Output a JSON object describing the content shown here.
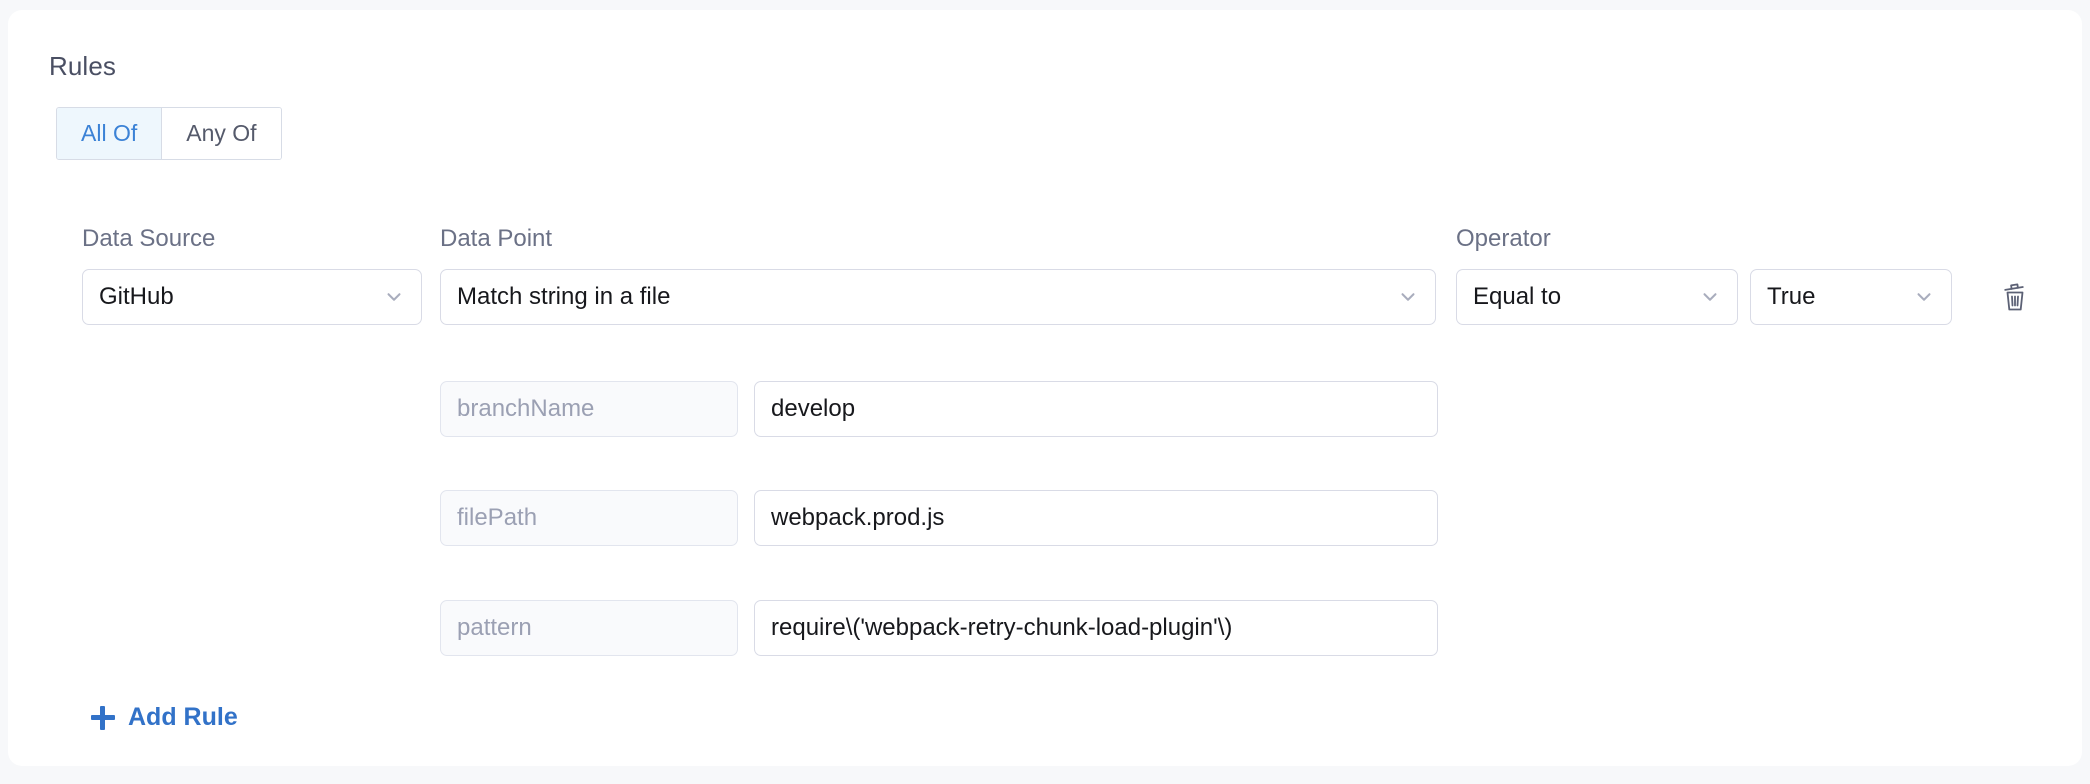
{
  "section": {
    "title": "Rules"
  },
  "match_toggle": {
    "options": [
      {
        "label": "All Of",
        "active": true
      },
      {
        "label": "Any Of",
        "active": false
      }
    ]
  },
  "columns": {
    "data_source_label": "Data Source",
    "data_point_label": "Data Point",
    "operator_label": "Operator"
  },
  "rule": {
    "data_source": "GitHub",
    "data_point": "Match string in a file",
    "operator": "Equal to",
    "operator_value": "True",
    "delete_icon": "trash-icon",
    "parameters": [
      {
        "key": "branchName",
        "value": "develop"
      },
      {
        "key": "filePath",
        "value": "webpack.prod.js"
      },
      {
        "key": "pattern",
        "value": "require\\('webpack-retry-chunk-load-plugin'\\)"
      }
    ]
  },
  "actions": {
    "add_rule_label": "Add Rule",
    "add_rule_icon": "plus-icon"
  },
  "colors": {
    "accent_blue": "#3272c8",
    "toggle_active_bg": "#eef7fd",
    "toggle_active_text": "#3b82d6",
    "label_gray": "#6b7186",
    "field_border": "#d9dbe6",
    "param_key_bg": "#f9fafc",
    "page_bg": "#f7f8fa"
  }
}
